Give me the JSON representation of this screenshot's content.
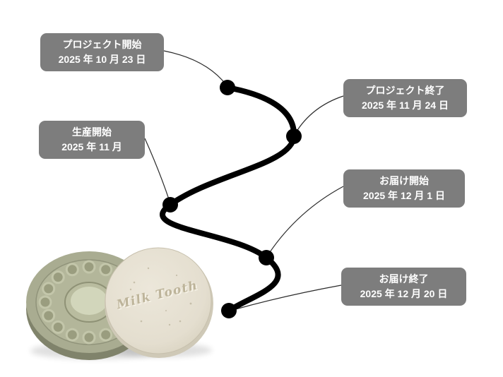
{
  "timeline": {
    "events": [
      {
        "title": "プロジェクト開始",
        "date": "2025 年 10 月 23 日"
      },
      {
        "title": "プロジェクト終了",
        "date": "2025 年 11 月 24 日"
      },
      {
        "title": "生産開始",
        "date": "2025 年 11 月"
      },
      {
        "title": "お届け開始",
        "date": "2025 年 12 月 1 日"
      },
      {
        "title": "お届け終了",
        "date": "2025 年 12 月 20 日"
      }
    ]
  },
  "product": {
    "lid_text": "Milk Tooth"
  },
  "colors": {
    "label_background": "#7d7d7d",
    "label_text": "#ffffff",
    "timeline_path": "#000000",
    "connector_line": "#2a2a2a",
    "tray_green": "#a9ac91",
    "lid_beige": "#e6e0d1"
  }
}
